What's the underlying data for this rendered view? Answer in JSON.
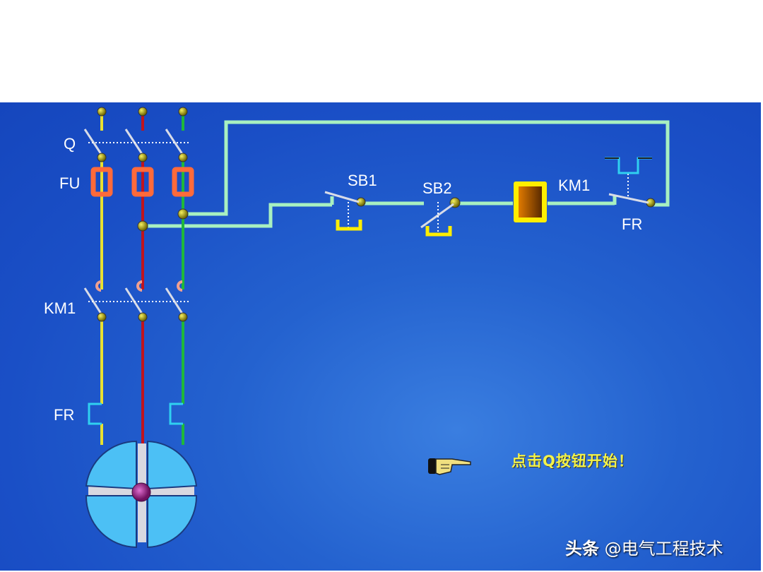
{
  "labels": {
    "q": "Q",
    "fu": "FU",
    "km1_main": "KM1",
    "fr_main": "FR",
    "sb1": "SB1",
    "sb2": "SB2",
    "km1_coil": "KM1",
    "fr_control": "FR"
  },
  "hint_text": "点击Q按钮开始！",
  "watermark": {
    "brand": "头条",
    "account": "@电气工程技术"
  },
  "icons": {
    "pointer": "pointing-hand-icon",
    "motor": "motor-fan-icon"
  },
  "colors": {
    "background": "#1a4fc6",
    "phase_l1": "#e8e030",
    "phase_l2": "#c0141e",
    "phase_l3": "#1fb83a",
    "control_wire": "#a8f0c0",
    "fuse": "#ff6a3a",
    "coil_frame": "#ffee00",
    "hint_text": "#f2f24a"
  }
}
